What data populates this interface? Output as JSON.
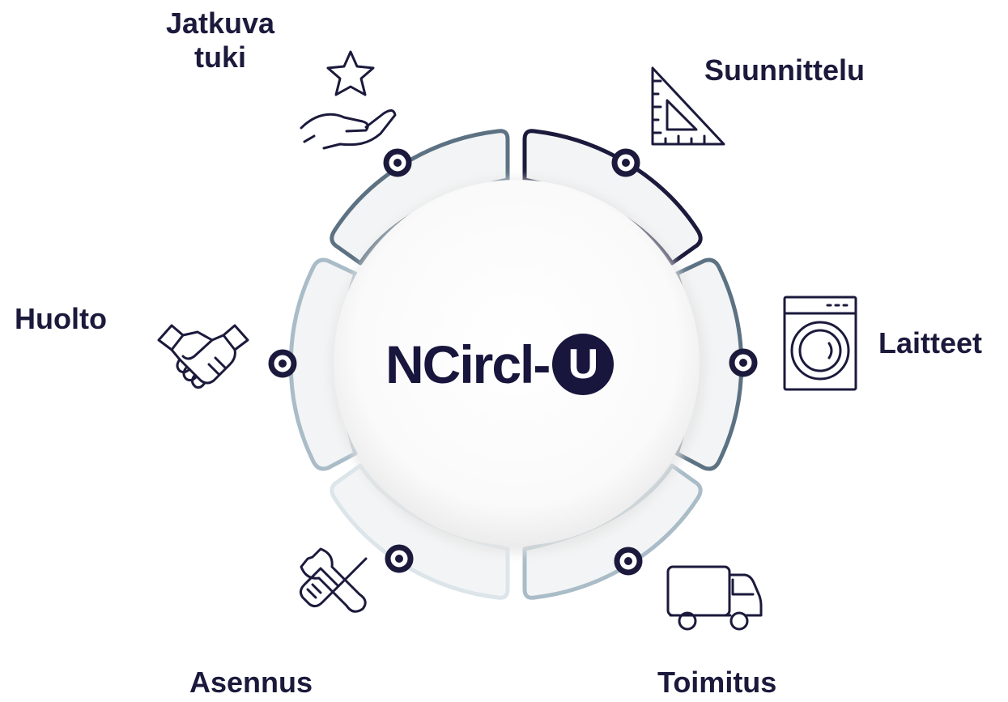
{
  "logo": {
    "text": "NCircl-",
    "badge": "U"
  },
  "stages": {
    "support": {
      "line1": "Jatkuva",
      "line2": "tuki",
      "icon": "hand-star-icon"
    },
    "design": {
      "label": "Suunnittelu",
      "icon": "set-square-icon"
    },
    "devices": {
      "label": "Laitteet",
      "icon": "washing-machine-icon"
    },
    "delivery": {
      "label": "Toimitus",
      "icon": "truck-icon"
    },
    "install": {
      "label": "Asennus",
      "icon": "wrench-screwdriver-icon"
    },
    "service": {
      "label": "Huolto",
      "icon": "handshake-icon"
    }
  },
  "colors": {
    "navy": "#1b1a3c",
    "slate": "#5c7283",
    "slate_light": "#a9bcc7",
    "pale": "#dce5ea",
    "segment_fill": "#f3f4f5"
  }
}
